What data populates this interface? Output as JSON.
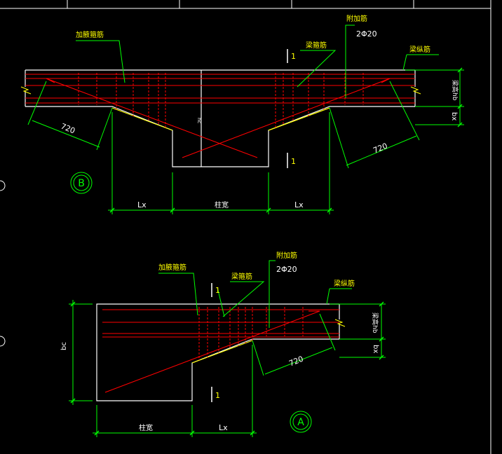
{
  "colors": {
    "background": "#000000",
    "outline": "#ffffff",
    "dimension": "#00ff00",
    "leader": "#00ff00",
    "rebar": "#ff0000",
    "stirrup": "#ff0000",
    "label_text": "#ffff00",
    "dim_text": "#ffffff",
    "slope_line": "#ffff00"
  },
  "detail_b": {
    "label_reinforce": "加腋箍筋",
    "label_stirrup": "梁箍筋",
    "label_additional": "附加筋",
    "additional_spec": "2Φ20",
    "label_longitudinal": "梁纵筋",
    "dim_left_720": "720",
    "dim_right_720": "720",
    "dim_lx_left": "Lx",
    "dim_column_width": "柱宽",
    "dim_lx_right": "Lx",
    "dim_beam_height": "梁高hb",
    "dim_bx": "bx",
    "dim_hc": "hc",
    "section_mark_top": "1",
    "section_mark_bottom": "1",
    "callout": "B"
  },
  "detail_a": {
    "label_reinforce": "加腋箍筋",
    "label_stirrup": "梁箍筋",
    "label_additional": "附加筋",
    "additional_spec": "2Φ20",
    "label_longitudinal": "梁纵筋",
    "dim_720": "720",
    "dim_column_width": "柱宽",
    "dim_lx": "Lx",
    "dim_beam_height": "梁高hb",
    "dim_bx": "bx",
    "dim_bc": "bc",
    "section_mark_top": "1",
    "section_mark_bottom": "1",
    "callout": "A"
  }
}
